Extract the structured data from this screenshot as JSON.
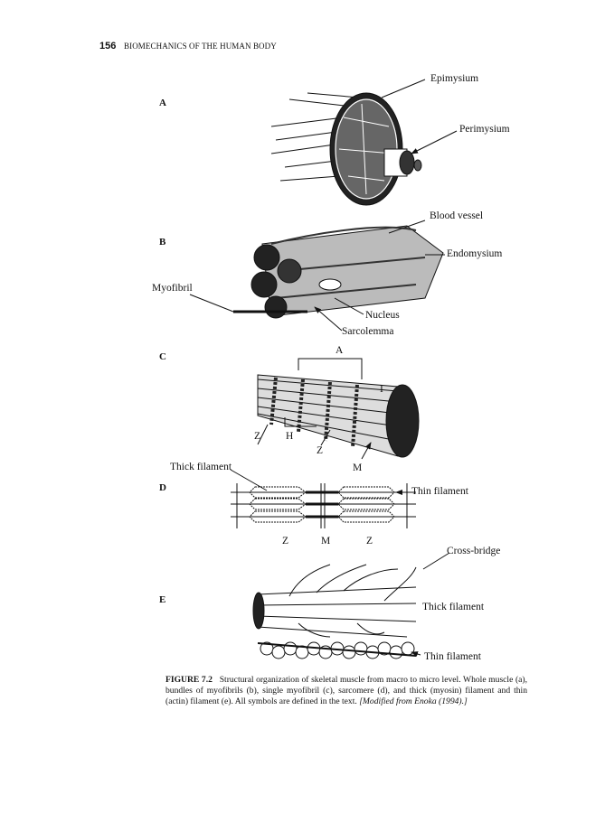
{
  "header": {
    "page_number": "156",
    "running_head": "BIOMECHANICS OF THE HUMAN BODY"
  },
  "figure": {
    "panels": {
      "a": "A",
      "b": "B",
      "c": "C",
      "d": "D",
      "e": "E"
    },
    "labels_a": {
      "epimysium": "Epimysium",
      "perimysium": "Perimysium"
    },
    "labels_b": {
      "blood_vessel": "Blood vessel",
      "endomysium": "Endomysium",
      "myofibril": "Myofibril",
      "nucleus": "Nucleus",
      "sarcolemma": "Sarcolemma"
    },
    "labels_c": {
      "a_band": "A",
      "i_band": "I",
      "z1": "Z",
      "h_zone": "H",
      "z2": "Z",
      "m_line": "M"
    },
    "labels_d": {
      "thick_filament": "Thick filament",
      "thin_filament": "Thin filament",
      "z1": "Z",
      "m": "M",
      "z2": "Z"
    },
    "labels_e": {
      "cross_bridge": "Cross-bridge",
      "thick_filament": "Thick filament",
      "thin_filament": "Thin filament"
    }
  },
  "caption": {
    "label": "FIGURE 7.2",
    "text": "Structural organization of skeletal muscle from macro to micro level. Whole muscle (a), bundles of myofibrils (b), single myofibril (c), sarcomere (d), and thick (myosin) filament and thin (actin) filament (e). All symbols are defined in the text.",
    "source": "[Modified from Enoka (1994).]"
  }
}
